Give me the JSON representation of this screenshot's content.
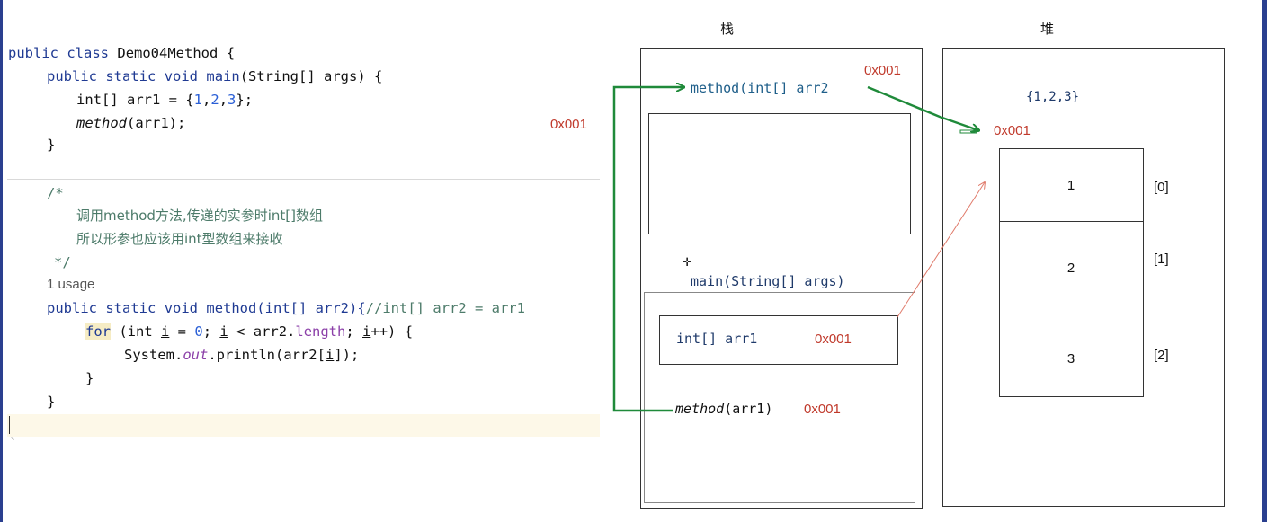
{
  "code": {
    "class_decl": {
      "kw1": "public",
      "kw2": "class",
      "name": "Demo04Method",
      "brace": "{"
    },
    "main_decl": {
      "kw1": "public",
      "kw2": "static",
      "kw3": "void",
      "name": "main",
      "params": "(String[] args) {"
    },
    "array_line": {
      "type": "int[] arr1 = {",
      "n1": "1",
      "c1": ",",
      "n2": "2",
      "c2": ",",
      "n3": "3",
      "end": "};"
    },
    "call_line": {
      "method": "method",
      "args": "(arr1);"
    },
    "close_main": "}",
    "comment_open": "/*",
    "comment_1": "调用method方法,传递的实参时int[]数组",
    "comment_2": "所以形参也应该用int型数组来接收",
    "comment_close": "*/",
    "usage": "1 usage",
    "method_decl": {
      "kw1": "public",
      "kw2": "static",
      "kw3": "void",
      "name": "method(int[] arr2){",
      "comment": "//int[] arr2 = arr1"
    },
    "for_line": {
      "kw": "for",
      "p1": " (int ",
      "i1": "i",
      "p2": " = ",
      "zero": "0",
      "p3": "; ",
      "i2": "i",
      "p4": " < arr2.",
      "length": "length",
      "p5": "; ",
      "i3": "i",
      "p6": "++) {"
    },
    "print_line": {
      "p1": "System.",
      "out": "out",
      "p2": ".println(arr2[",
      "i": "i",
      "p3": "]);"
    },
    "close_for": "}",
    "close_method": "}",
    "tick": "`",
    "addr_left": "0x001"
  },
  "diagram": {
    "stack_title": "栈",
    "heap_title": "堆",
    "method_frame_label": "method(int[] arr2",
    "method_frame_addr": "0x001",
    "main_frame_label": "main(String[] args)",
    "arr1_label": "int[] arr1",
    "arr1_addr": "0x001",
    "method_call_name": "method",
    "method_call_args": "(arr1)",
    "method_call_addr": "0x001",
    "heap_values": "{1,2,3}",
    "heap_addr": "0x001",
    "cells": [
      "1",
      "2",
      "3"
    ],
    "indices": [
      "[0]",
      "[1]",
      "[2]"
    ],
    "crosshair": "✛"
  },
  "colors": {
    "green_arrow": "#1f8a3a",
    "red_arrow": "#e07a6a",
    "address_red": "#c0392b"
  }
}
